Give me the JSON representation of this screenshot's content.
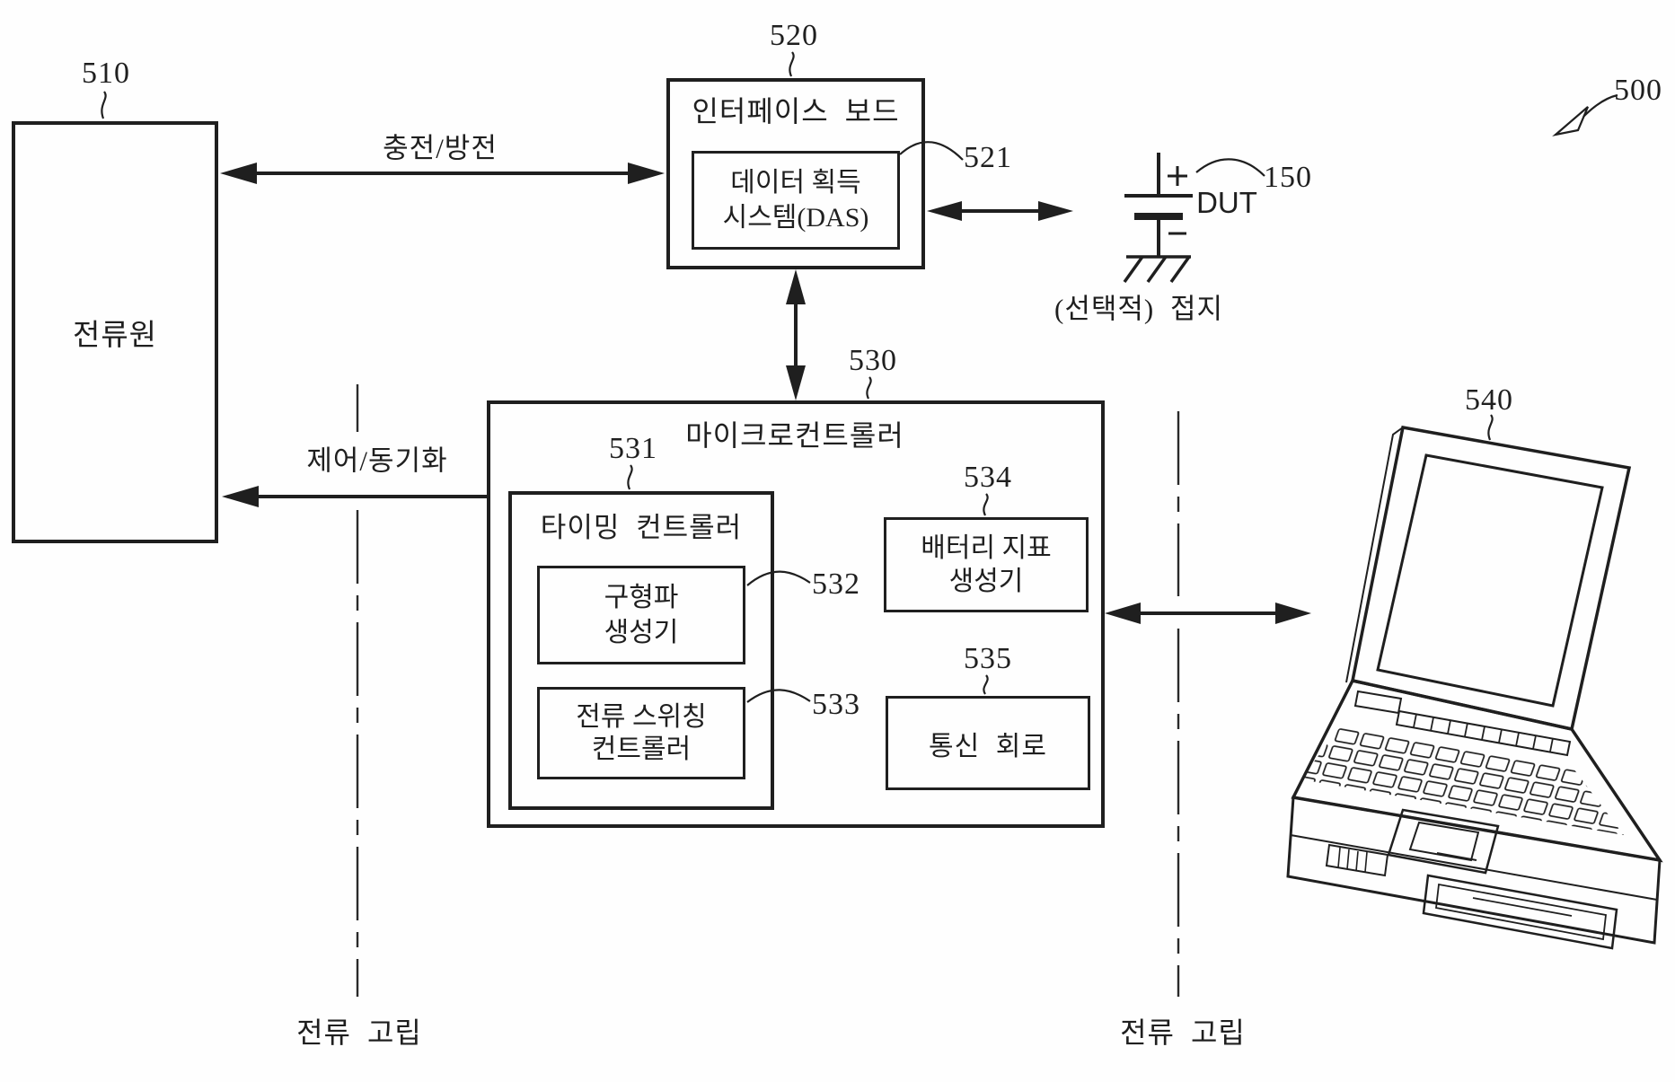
{
  "figure_ref": {
    "label": "500"
  },
  "boxes": {
    "current_source": {
      "ref": "510",
      "label": "전류원"
    },
    "interface_board": {
      "ref": "520",
      "title": "인터페이스 보드"
    },
    "das": {
      "ref": "521",
      "line1": "데이터 획득",
      "line2": "시스템(DAS)"
    },
    "microcontroller": {
      "ref": "530",
      "title": "마이크로컨트롤러"
    },
    "timing_controller": {
      "ref": "531",
      "title": "타이밍 컨트롤러"
    },
    "square_wave_generator": {
      "ref": "532",
      "line1": "구형파",
      "line2": "생성기"
    },
    "current_switching_controller": {
      "ref": "533",
      "line1": "전류 스위칭",
      "line2": "컨트롤러"
    },
    "battery_indicator_generator": {
      "ref": "534",
      "line1": "배터리 지표",
      "line2": "생성기"
    },
    "communication_circuit": {
      "ref": "535",
      "label": "통신 회로"
    }
  },
  "dut": {
    "ref": "150",
    "label": "DUT",
    "ground_label": "(선택적) 접지"
  },
  "laptop": {
    "ref": "540"
  },
  "arrows": {
    "charge_discharge": {
      "label": "충전/방전"
    },
    "control_sync": {
      "label": "제어/동기화"
    }
  },
  "isolation": {
    "left_label": "전류 고립",
    "right_label": "전류 고립"
  }
}
